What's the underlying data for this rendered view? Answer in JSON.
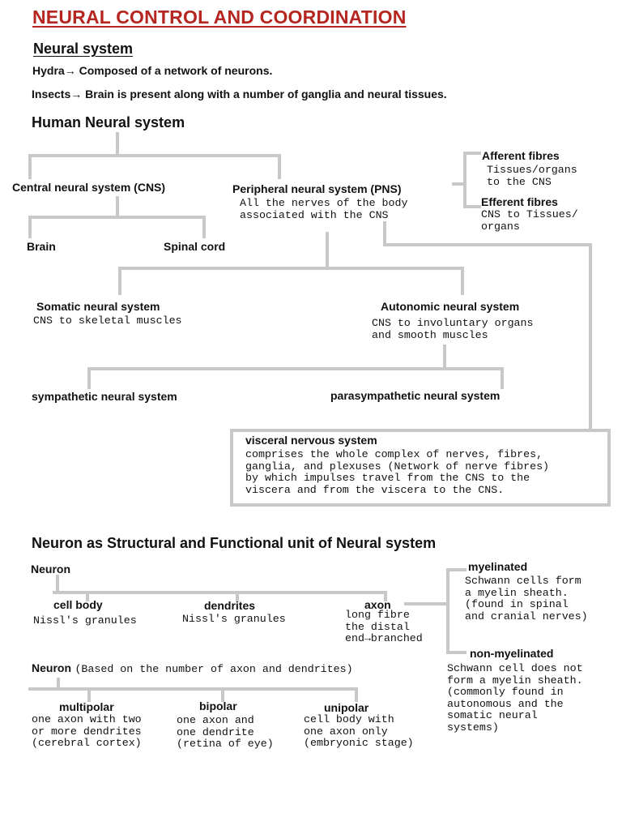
{
  "title": "NEURAL CONTROL AND COORDINATION",
  "neural_system": {
    "heading": "Neural system",
    "hydra_label": "Hydra",
    "hydra_text": "→ Composed of a network of neurons.",
    "insects_label": "Insects",
    "insects_text": "→ Brain is present along with a number of ganglia and neural tissues."
  },
  "human": {
    "heading": "Human Neural system",
    "cns": "Central neural system (CNS)",
    "brain": "Brain",
    "spinal_cord": "Spinal cord",
    "pns": "Peripheral neural system (PNS)",
    "pns_desc": "All the nerves of the body\nassociated with the CNS",
    "afferent": "Afferent fibres",
    "afferent_desc": "Tissues/organs\nto the CNS",
    "efferent": "Efferent fibres",
    "efferent_desc": "CNS to Tissues/\norgans",
    "somatic": "Somatic neural system",
    "somatic_desc": "CNS to skeletal muscles",
    "autonomic": "Autonomic neural system",
    "autonomic_desc": "CNS to involuntary organs\nand smooth muscles",
    "sympathetic": "sympathetic neural system",
    "parasympathetic": "parasympathetic neural system",
    "visceral": "visceral nervous system",
    "visceral_desc": "comprises the whole complex of nerves, fibres,\nganglia, and plexuses (Network of nerve fibres)\nby which impulses travel from the CNS to the\nviscera and from the viscera to the CNS."
  },
  "neuron": {
    "heading": "Neuron as Structural and Functional unit of Neural system",
    "neuron_label": "Neuron",
    "cell_body": "cell body",
    "cell_body_desc": "Nissl's granules",
    "dendrites": "dendrites",
    "dendrites_desc": "Nissl's granules",
    "axon": "axon",
    "axon_desc": "long fibre\nthe distal\nend→branched",
    "myelinated": "myelinated",
    "myelinated_desc": "Schwann cells form\na myelin sheath.\n(found in spinal\nand cranial nerves)",
    "non_myelinated": "non-myelinated",
    "non_myelinated_desc": "Schwann cell does not\nform a myelin sheath.\n(commonly found in\nautonomous and the\nsomatic neural\nsystems)",
    "neuron_label2": "Neuron",
    "neuron_basis": "(Based on the number of axon and dendrites)",
    "multipolar": "multipolar",
    "multipolar_desc": "one axon with two\nor more dendrites\n(cerebral cortex)",
    "bipolar": "bipolar",
    "bipolar_desc": "one axon and\none dendrite\n(retina of eye)",
    "unipolar": "unipolar",
    "unipolar_desc": "cell body with\none axon only\n(embryonic stage)"
  },
  "colors": {
    "title": "#b4261f",
    "connector": "#c8c8c8",
    "text": "#111111"
  }
}
